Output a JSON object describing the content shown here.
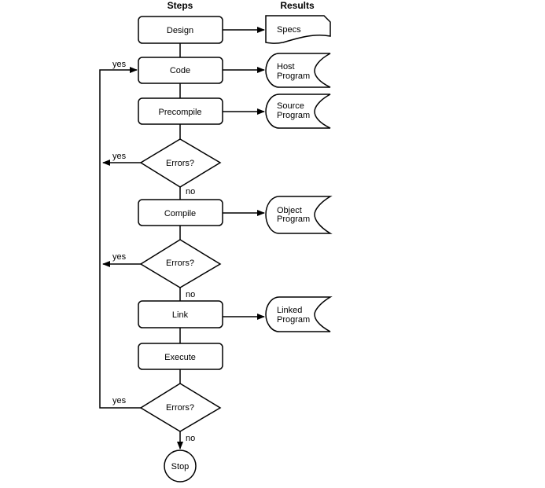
{
  "headers": {
    "steps": "Steps",
    "results": "Results"
  },
  "steps": {
    "design": "Design",
    "code": "Code",
    "precompile": "Precompile",
    "compile": "Compile",
    "link": "Link",
    "execute": "Execute",
    "stop": "Stop"
  },
  "decisions": {
    "errors1": "Errors?",
    "errors2": "Errors?",
    "errors3": "Errors?"
  },
  "results": {
    "specs": "Specs",
    "host": [
      "Host",
      "Program"
    ],
    "source": [
      "Source",
      "Program"
    ],
    "object": [
      "Object",
      "Program"
    ],
    "linked": [
      "Linked",
      "Program"
    ]
  },
  "edge_labels": {
    "yes": "yes",
    "no": "no"
  }
}
